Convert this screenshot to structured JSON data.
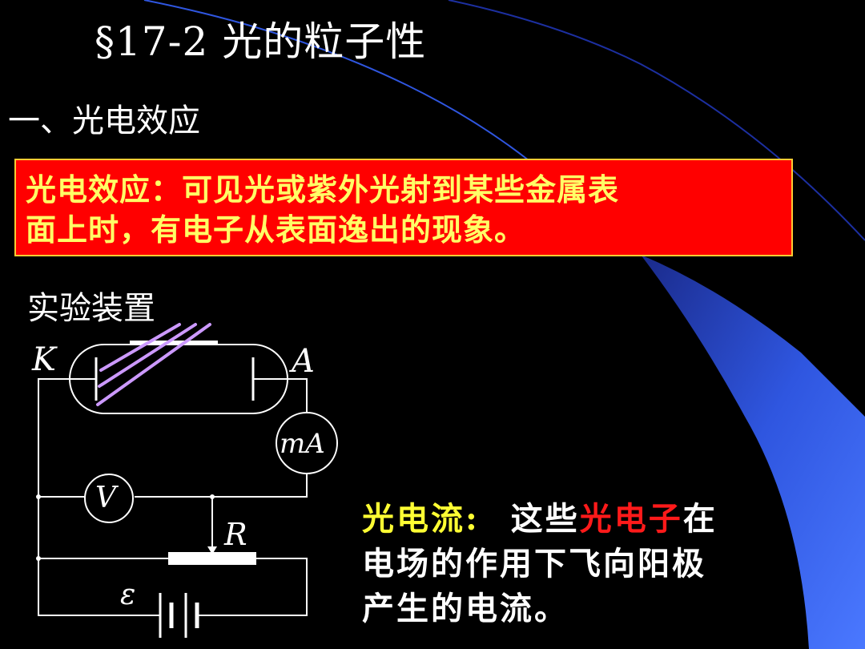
{
  "slide": {
    "title": "§17-2 光的粒子性",
    "section_heading": "一、光电效应",
    "definition": {
      "line1": "光电效应：可见光或紫外光射到某些金属表",
      "line2": "面上时，有电子从表面逸出的现象。"
    },
    "apparatus_label": "实验装置",
    "circuit": {
      "cathode_label": "K",
      "anode_label": "A",
      "ammeter_label": "mA",
      "voltmeter_label": "V",
      "rheostat_label": "R",
      "emf_label": "ε"
    },
    "description": {
      "term": "光电流:",
      "part1": "这些",
      "highlight": "光电子",
      "part2": "在",
      "line2": "电场的作用下飞向阳极",
      "line3": "产生的电流。"
    },
    "colors": {
      "background": "#000000",
      "definition_box": "#ff0000",
      "definition_text": "#ffff66",
      "light_rays": "#cc99ff",
      "decor_blue": "#3366ff"
    }
  }
}
